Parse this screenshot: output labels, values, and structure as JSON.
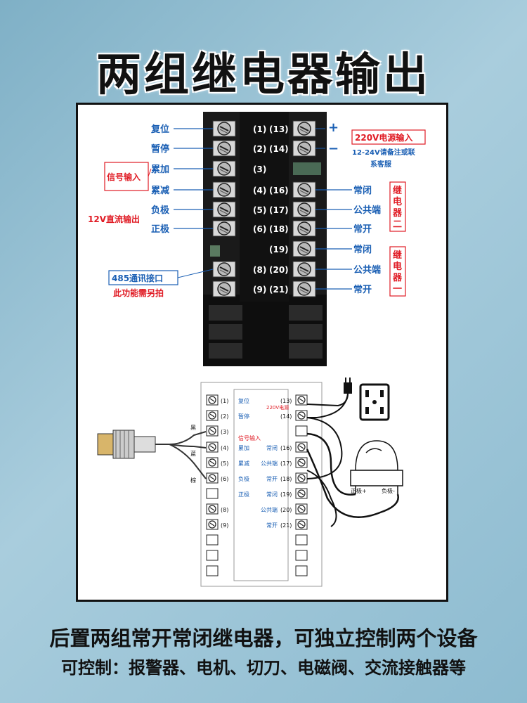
{
  "title": "两组继电器输出",
  "footer": {
    "line1": "后置两组常开常闭继电器，可独立控制两个设备",
    "line2": "可控制：报警器、电机、切刀、电磁阀、交流接触器等"
  },
  "colors": {
    "blue_label": "#1a5fb4",
    "red_label": "#e01b24",
    "device": "#111111"
  },
  "top_diagram": {
    "left_pins": [
      "(1)",
      "(2)",
      "(3)",
      "(4)",
      "(5)",
      "(6)",
      "(8)",
      "(9)"
    ],
    "right_pins": [
      "(13)",
      "(14)",
      "(16)",
      "(17)",
      "(18)",
      "(19)",
      "(20)",
      "(21)"
    ],
    "left_labels": [
      "复位",
      "暂停",
      "累加",
      "累减",
      "负极",
      "正极"
    ],
    "group_signal": "信号输入",
    "group_dc": "12V直流输出",
    "comm_label": "485通讯接口",
    "comm_note": "此功能需另拍",
    "power_label": "220V电源输入",
    "power_note1": "12-24V请备注或联",
    "power_note2": "系客服",
    "plus": "+",
    "minus": "−",
    "relay_labels": [
      "常闭",
      "公共端",
      "常开",
      "常闭",
      "公共端",
      "常开"
    ],
    "relay2": "继电器二",
    "relay1": "继电器一"
  },
  "bottom_diagram": {
    "left_pins": [
      "(1)",
      "(2)",
      "(3)",
      "(4)",
      "(5)",
      "(6)",
      "(8)",
      "(9)"
    ],
    "right_pins": [
      "(13)",
      "(14)",
      "(16)",
      "(17)",
      "(18)",
      "(19)",
      "(20)",
      "(21)"
    ],
    "inner_left": [
      "复位",
      "暂停",
      "累加",
      "累减",
      "负极",
      "正极"
    ],
    "signal": "信号输入",
    "power": "220V电源",
    "inner_right": [
      "常闭",
      "公共端",
      "常开",
      "常闭",
      "公共端",
      "常开"
    ],
    "wire_colors": [
      "黑",
      "蓝",
      "棕"
    ],
    "lamp_pos": "正极+",
    "lamp_neg": "负极-"
  }
}
